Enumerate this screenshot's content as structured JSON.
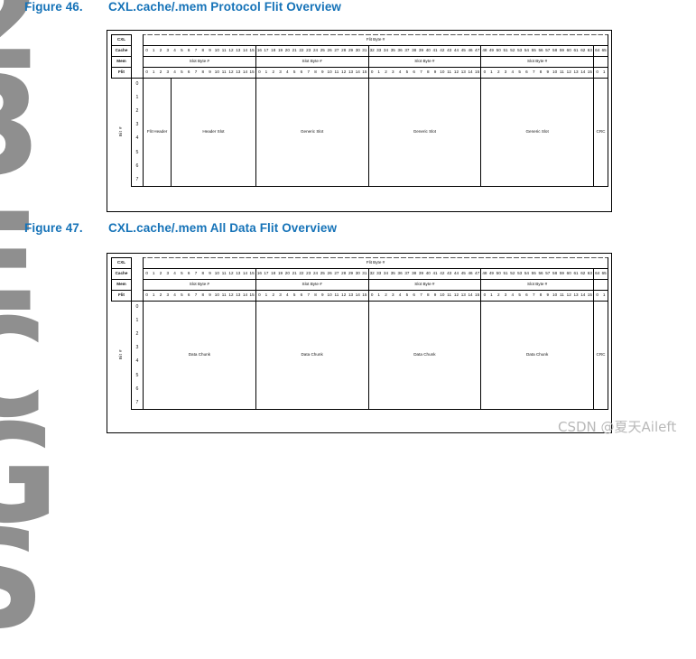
{
  "watermarks": {
    "background_upper": "2\n3",
    "background_lower": "E\nC\nG\nS",
    "csdn": "CSDN @夏天Aileft"
  },
  "figures": [
    {
      "id": "figure-46",
      "number": "Figure 46.",
      "title": "CXL.cache/.mem Protocol Flit Overview",
      "row_labels": [
        "CXL",
        "Cache",
        "Mem",
        "Flit"
      ],
      "flit_byte_header": "Flit Byte #",
      "slot_byte_header": "Slot Byte #",
      "bit_axis_label": "Bit #",
      "bit_numbers": [
        "0",
        "1",
        "2",
        "3",
        "4",
        "5",
        "6",
        "7"
      ],
      "cache_bytes": [
        "0",
        "1",
        "2",
        "3",
        "4",
        "5",
        "6",
        "7",
        "8",
        "9",
        "10",
        "11",
        "12",
        "13",
        "14",
        "15",
        "16",
        "17",
        "18",
        "19",
        "20",
        "21",
        "22",
        "23",
        "24",
        "25",
        "26",
        "27",
        "28",
        "29",
        "30",
        "31",
        "32",
        "33",
        "34",
        "35",
        "36",
        "37",
        "38",
        "39",
        "40",
        "41",
        "42",
        "43",
        "44",
        "45",
        "46",
        "47",
        "48",
        "49",
        "50",
        "51",
        "52",
        "53",
        "54",
        "55",
        "56",
        "57",
        "58",
        "59",
        "60",
        "61",
        "62",
        "63",
        "64",
        "65"
      ],
      "flit_bytes": [
        "0",
        "1",
        "2",
        "3",
        "4",
        "5",
        "6",
        "7",
        "8",
        "9",
        "10",
        "11",
        "12",
        "13",
        "14",
        "15",
        "0",
        "1",
        "2",
        "3",
        "4",
        "5",
        "6",
        "7",
        "8",
        "9",
        "10",
        "11",
        "12",
        "13",
        "14",
        "15",
        "0",
        "1",
        "2",
        "3",
        "4",
        "5",
        "6",
        "7",
        "8",
        "9",
        "10",
        "11",
        "12",
        "13",
        "14",
        "15",
        "0",
        "1",
        "2",
        "3",
        "4",
        "5",
        "6",
        "7",
        "8",
        "9",
        "10",
        "11",
        "12",
        "13",
        "14",
        "15",
        "0",
        "1"
      ],
      "slot_groups": [
        16,
        16,
        16,
        16,
        2
      ],
      "slots": [
        {
          "label": "Flit Header",
          "bytes": 4,
          "color_key": "c-flitheader",
          "color": "#d4e2f0"
        },
        {
          "label": "Header Slot",
          "bytes": 12,
          "color_key": "c-headerslot",
          "color": "#e4ecdc"
        },
        {
          "label": "Generic Slot",
          "bytes": 16,
          "color_key": "c-genericslot",
          "color": "#fbe3d0"
        },
        {
          "label": "Generic Slot",
          "bytes": 16,
          "color_key": "c-genericslot",
          "color": "#fbe3d0"
        },
        {
          "label": "Generic Slot",
          "bytes": 16,
          "color_key": "c-genericslot",
          "color": "#fbe3d0"
        },
        {
          "label": "CRC",
          "bytes": 2,
          "color_key": "c-crc",
          "color": "#cf9298"
        }
      ]
    },
    {
      "id": "figure-47",
      "number": "Figure 47.",
      "title": "CXL.cache/.mem All Data Flit Overview",
      "row_labels": [
        "CXL",
        "Cache",
        "Mem",
        "Flit"
      ],
      "flit_byte_header": "Flit Byte #",
      "slot_byte_header": "Slot Byte #",
      "bit_axis_label": "Bit #",
      "bit_numbers": [
        "0",
        "1",
        "2",
        "3",
        "4",
        "5",
        "6",
        "7"
      ],
      "cache_bytes": [
        "0",
        "1",
        "2",
        "3",
        "4",
        "5",
        "6",
        "7",
        "8",
        "9",
        "10",
        "11",
        "12",
        "13",
        "14",
        "15",
        "16",
        "17",
        "18",
        "19",
        "20",
        "21",
        "22",
        "23",
        "24",
        "25",
        "26",
        "27",
        "28",
        "29",
        "30",
        "31",
        "32",
        "33",
        "34",
        "35",
        "36",
        "37",
        "38",
        "39",
        "40",
        "41",
        "42",
        "43",
        "44",
        "45",
        "46",
        "47",
        "48",
        "49",
        "50",
        "51",
        "52",
        "53",
        "54",
        "55",
        "56",
        "57",
        "58",
        "59",
        "60",
        "61",
        "62",
        "63",
        "64",
        "65"
      ],
      "flit_bytes": [
        "0",
        "1",
        "2",
        "3",
        "4",
        "5",
        "6",
        "7",
        "8",
        "9",
        "10",
        "11",
        "12",
        "13",
        "14",
        "15",
        "0",
        "1",
        "2",
        "3",
        "4",
        "5",
        "6",
        "7",
        "8",
        "9",
        "10",
        "11",
        "12",
        "13",
        "14",
        "15",
        "0",
        "1",
        "2",
        "3",
        "4",
        "5",
        "6",
        "7",
        "8",
        "9",
        "10",
        "11",
        "12",
        "13",
        "14",
        "15",
        "0",
        "1",
        "2",
        "3",
        "4",
        "5",
        "6",
        "7",
        "8",
        "9",
        "10",
        "11",
        "12",
        "13",
        "14",
        "15",
        "0",
        "1"
      ],
      "slot_groups": [
        16,
        16,
        16,
        16,
        2
      ],
      "slots": [
        {
          "label": "Data Chunk",
          "bytes": 16,
          "color_key": "c-datachunk",
          "color": "#f3dcda"
        },
        {
          "label": "Data Chunk",
          "bytes": 16,
          "color_key": "c-datachunk",
          "color": "#f3dcda"
        },
        {
          "label": "Data Chunk",
          "bytes": 16,
          "color_key": "c-datachunk",
          "color": "#f3dcda"
        },
        {
          "label": "Data Chunk",
          "bytes": 16,
          "color_key": "c-datachunk",
          "color": "#f3dcda"
        },
        {
          "label": "CRC",
          "bytes": 2,
          "color_key": "c-crc",
          "color": "#cf9298"
        }
      ]
    }
  ],
  "colors": {
    "caption": "#1673b8",
    "border": "#000000",
    "watermark_grey": "#8a8a8a"
  }
}
